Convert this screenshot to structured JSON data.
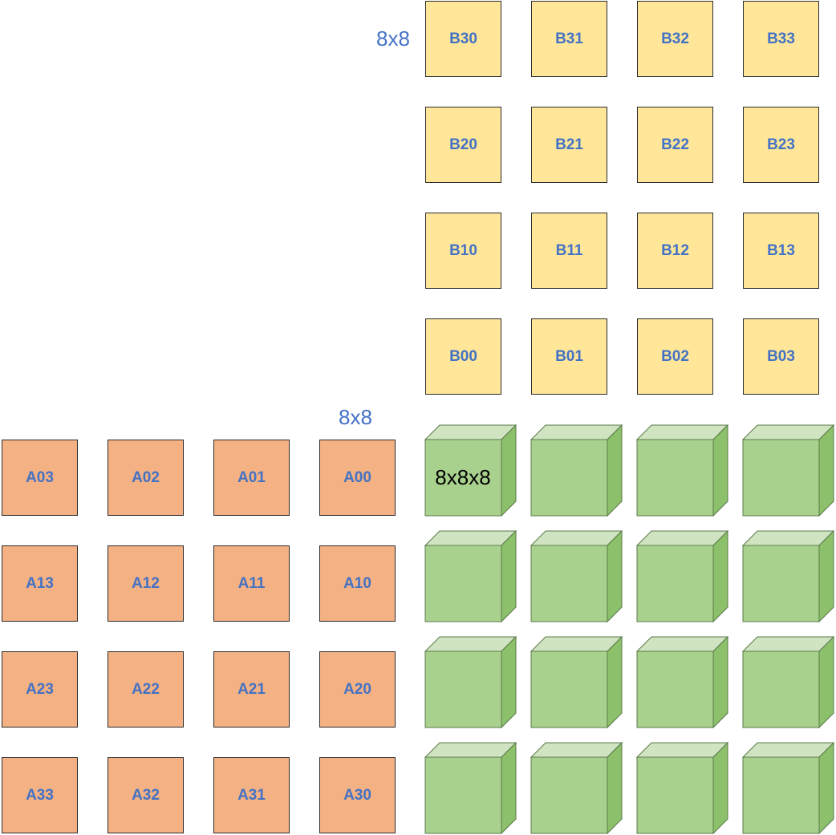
{
  "labels": {
    "b_dim": "8x8",
    "a_dim": "8x8",
    "cube_dim": "8x8x8"
  },
  "colors": {
    "b_fill": "#ffe699",
    "a_fill": "#f4b183",
    "cube_front": "#a9d18e",
    "cube_top": "#d0e4c2",
    "cube_side": "#8cc06a",
    "cube_stroke": "#5a7a4a",
    "label_blue": "#4472c4"
  },
  "b_grid": [
    [
      "B30",
      "B31",
      "B32",
      "B33"
    ],
    [
      "B20",
      "B21",
      "B22",
      "B23"
    ],
    [
      "B10",
      "B11",
      "B12",
      "B13"
    ],
    [
      "B00",
      "B01",
      "B02",
      "B03"
    ]
  ],
  "a_grid": [
    [
      "A03",
      "A02",
      "A01",
      "A00"
    ],
    [
      "A13",
      "A12",
      "A11",
      "A10"
    ],
    [
      "A23",
      "A22",
      "A21",
      "A20"
    ],
    [
      "A33",
      "A32",
      "A31",
      "A30"
    ]
  ],
  "cube_grid": {
    "rows": 4,
    "cols": 4
  }
}
